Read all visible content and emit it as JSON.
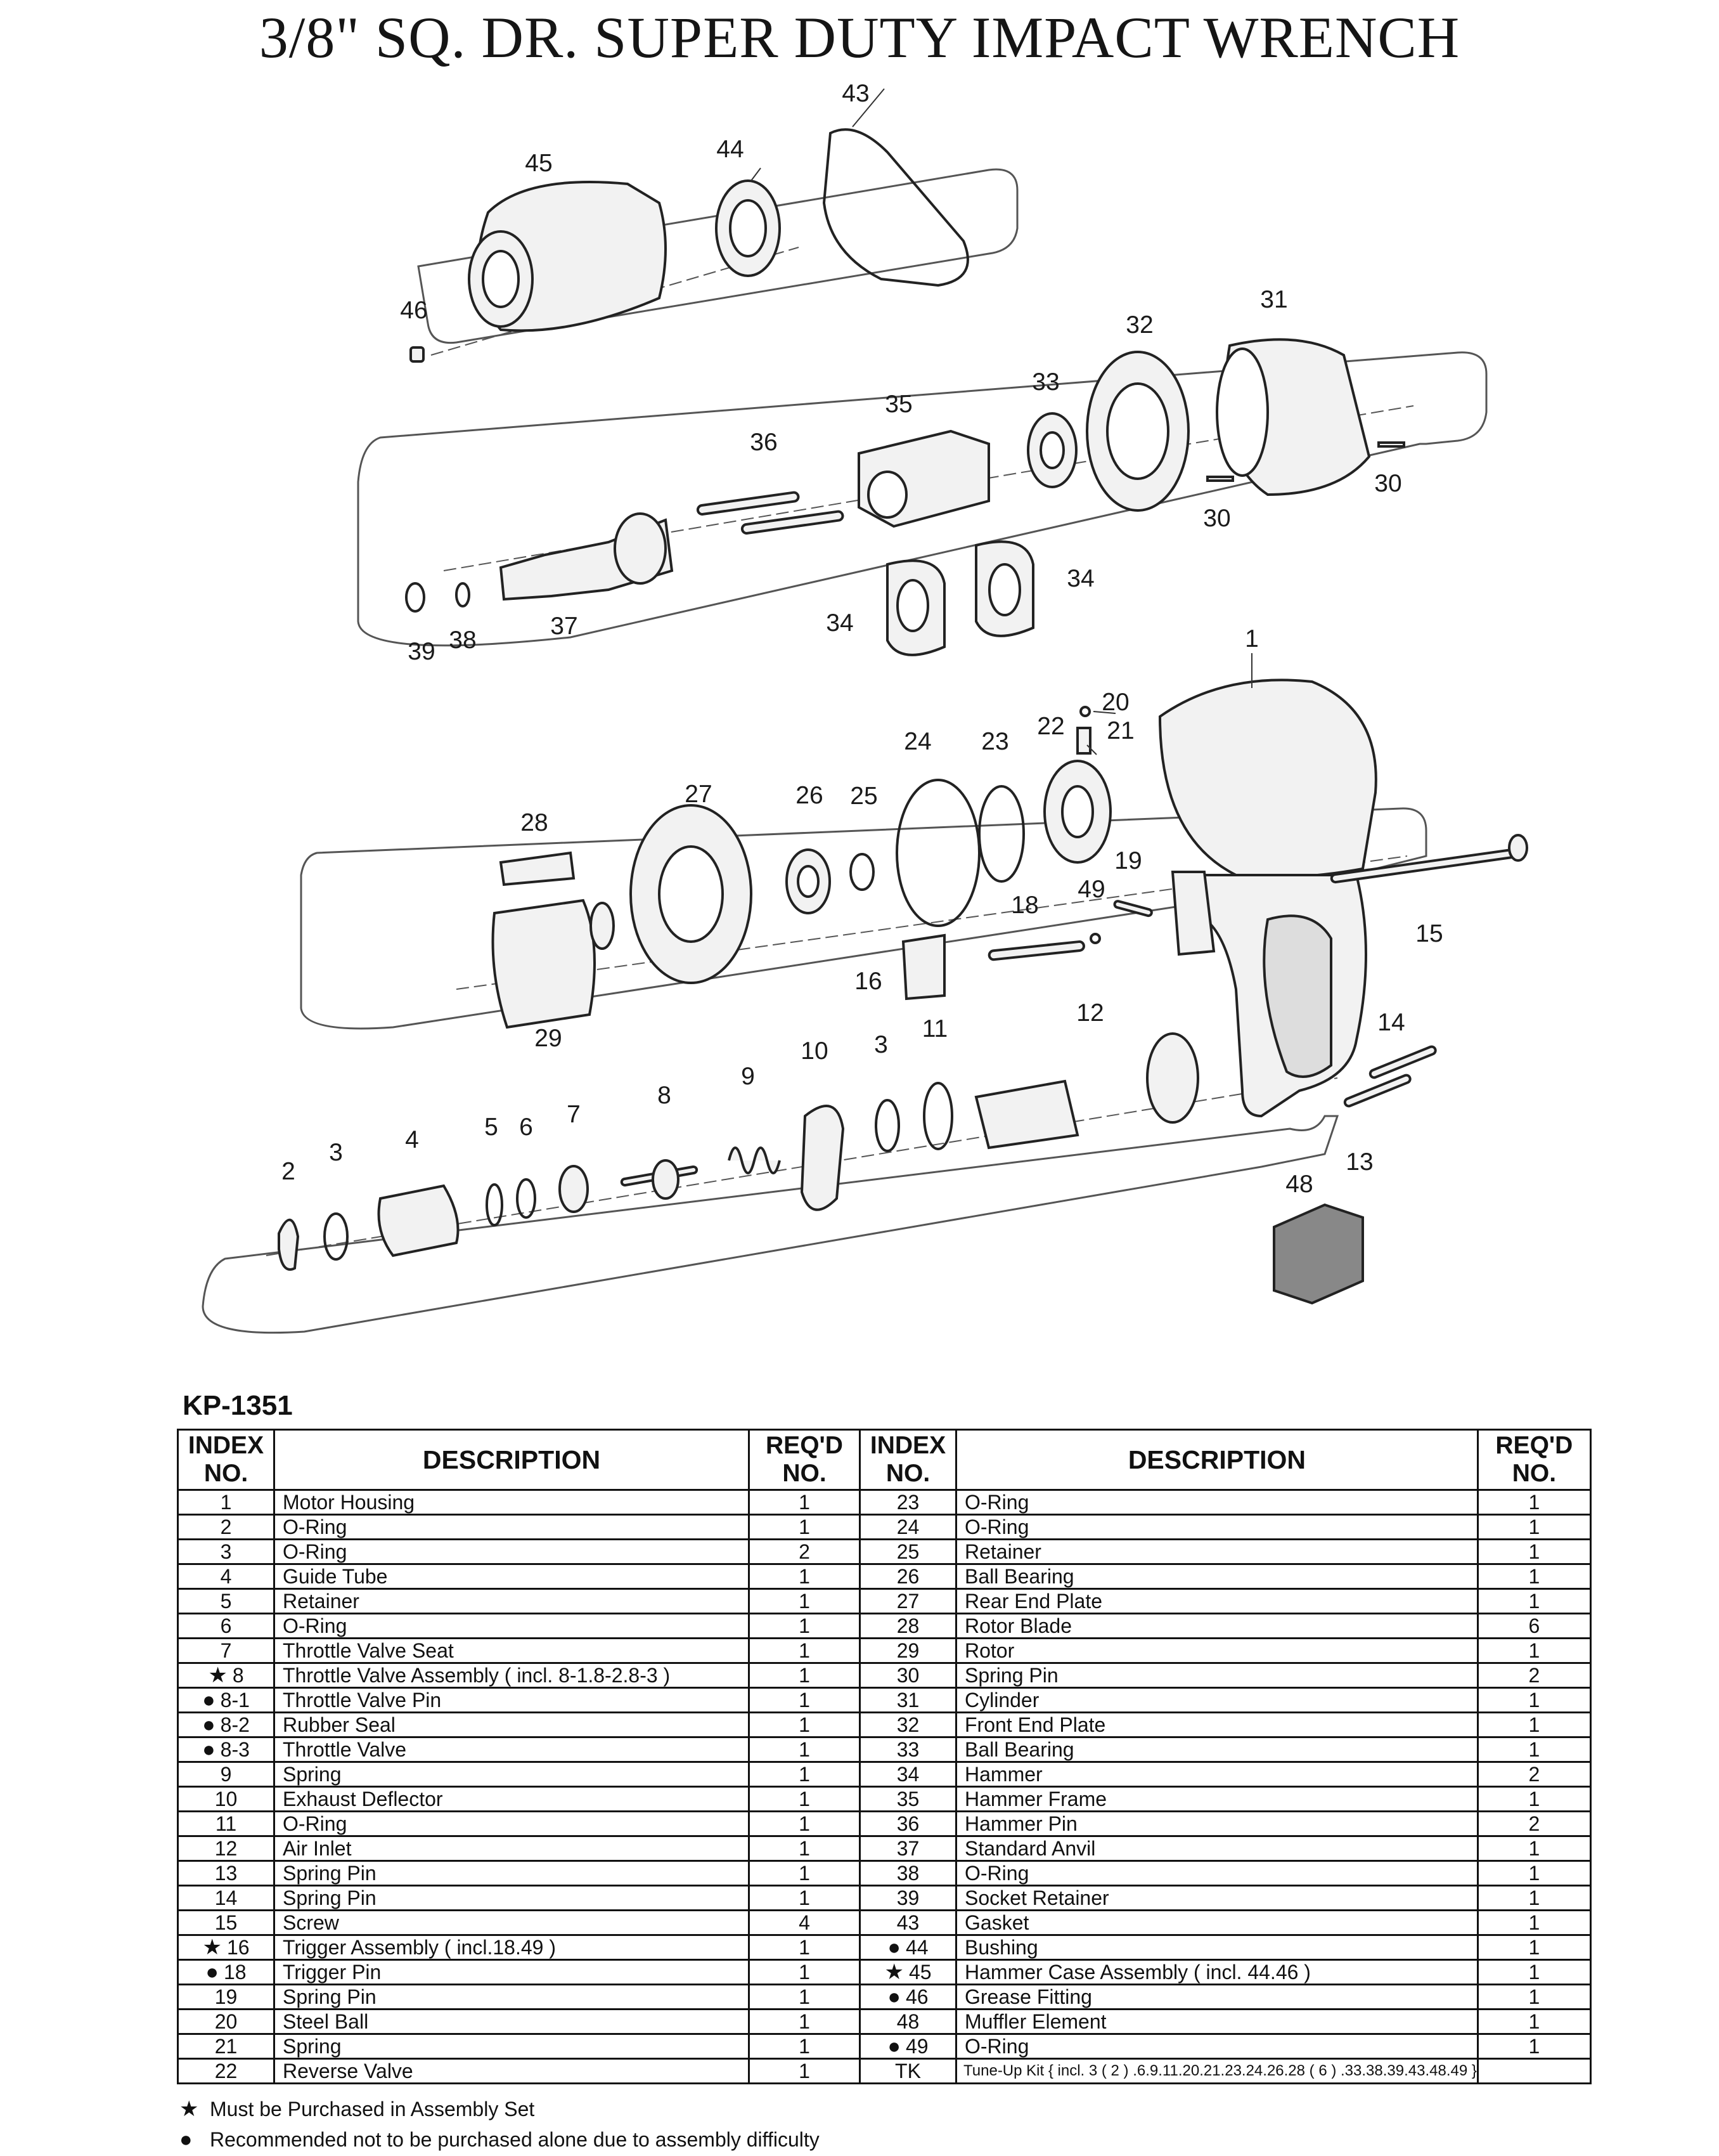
{
  "title": "3/8\" SQ. DR. SUPER DUTY IMPACT WRENCH",
  "model": "KP-1351",
  "diagram_labels": [
    "1",
    "2",
    "3",
    "3",
    "4",
    "5",
    "6",
    "7",
    "8",
    "9",
    "10",
    "11",
    "12",
    "13",
    "14",
    "15",
    "16",
    "18",
    "19",
    "20",
    "21",
    "22",
    "23",
    "24",
    "25",
    "26",
    "27",
    "28",
    "29",
    "30",
    "30",
    "31",
    "32",
    "33",
    "34",
    "34",
    "35",
    "36",
    "37",
    "38",
    "39",
    "43",
    "44",
    "45",
    "46",
    "48",
    "49"
  ],
  "table": {
    "headers": {
      "index": "INDEX NO.",
      "description": "DESCRIPTION",
      "reqd": "REQ'D NO."
    },
    "left_rows": [
      {
        "mark": "",
        "index": "1",
        "description": "Motor Housing",
        "qty": "1"
      },
      {
        "mark": "",
        "index": "2",
        "description": "O-Ring",
        "qty": "1"
      },
      {
        "mark": "",
        "index": "3",
        "description": "O-Ring",
        "qty": "2"
      },
      {
        "mark": "",
        "index": "4",
        "description": "Guide Tube",
        "qty": "1"
      },
      {
        "mark": "",
        "index": "5",
        "description": "Retainer",
        "qty": "1"
      },
      {
        "mark": "",
        "index": "6",
        "description": "O-Ring",
        "qty": "1"
      },
      {
        "mark": "",
        "index": "7",
        "description": "Throttle Valve Seat",
        "qty": "1"
      },
      {
        "mark": "star",
        "index": "8",
        "description": "Throttle Valve Assembly ( incl. 8-1.8-2.8-3 )",
        "qty": "1"
      },
      {
        "mark": "dot",
        "index": "8-1",
        "description": "Throttle Valve Pin",
        "qty": "1"
      },
      {
        "mark": "dot",
        "index": "8-2",
        "description": "Rubber Seal",
        "qty": "1"
      },
      {
        "mark": "dot",
        "index": "8-3",
        "description": "Throttle Valve",
        "qty": "1"
      },
      {
        "mark": "",
        "index": "9",
        "description": "Spring",
        "qty": "1"
      },
      {
        "mark": "",
        "index": "10",
        "description": "Exhaust Deflector",
        "qty": "1"
      },
      {
        "mark": "",
        "index": "11",
        "description": "O-Ring",
        "qty": "1"
      },
      {
        "mark": "",
        "index": "12",
        "description": "Air Inlet",
        "qty": "1"
      },
      {
        "mark": "",
        "index": "13",
        "description": "Spring Pin",
        "qty": "1"
      },
      {
        "mark": "",
        "index": "14",
        "description": "Spring Pin",
        "qty": "1"
      },
      {
        "mark": "",
        "index": "15",
        "description": "Screw",
        "qty": "4"
      },
      {
        "mark": "star",
        "index": "16",
        "description": "Trigger Assembly ( incl.18.49 )",
        "qty": "1"
      },
      {
        "mark": "dot",
        "index": "18",
        "description": "Trigger Pin",
        "qty": "1"
      },
      {
        "mark": "",
        "index": "19",
        "description": "Spring Pin",
        "qty": "1"
      },
      {
        "mark": "",
        "index": "20",
        "description": "Steel Ball",
        "qty": "1"
      },
      {
        "mark": "",
        "index": "21",
        "description": "Spring",
        "qty": "1"
      },
      {
        "mark": "",
        "index": "22",
        "description": "Reverse Valve",
        "qty": "1"
      }
    ],
    "right_rows": [
      {
        "mark": "",
        "index": "23",
        "description": "O-Ring",
        "qty": "1"
      },
      {
        "mark": "",
        "index": "24",
        "description": "O-Ring",
        "qty": "1"
      },
      {
        "mark": "",
        "index": "25",
        "description": "Retainer",
        "qty": "1"
      },
      {
        "mark": "",
        "index": "26",
        "description": "Ball Bearing",
        "qty": "1"
      },
      {
        "mark": "",
        "index": "27",
        "description": "Rear End Plate",
        "qty": "1"
      },
      {
        "mark": "",
        "index": "28",
        "description": "Rotor Blade",
        "qty": "6"
      },
      {
        "mark": "",
        "index": "29",
        "description": "Rotor",
        "qty": "1"
      },
      {
        "mark": "",
        "index": "30",
        "description": "Spring Pin",
        "qty": "2"
      },
      {
        "mark": "",
        "index": "31",
        "description": "Cylinder",
        "qty": "1"
      },
      {
        "mark": "",
        "index": "32",
        "description": "Front End Plate",
        "qty": "1"
      },
      {
        "mark": "",
        "index": "33",
        "description": "Ball Bearing",
        "qty": "1"
      },
      {
        "mark": "",
        "index": "34",
        "description": "Hammer",
        "qty": "2"
      },
      {
        "mark": "",
        "index": "35",
        "description": "Hammer Frame",
        "qty": "1"
      },
      {
        "mark": "",
        "index": "36",
        "description": "Hammer Pin",
        "qty": "2"
      },
      {
        "mark": "",
        "index": "37",
        "description": "Standard Anvil",
        "qty": "1"
      },
      {
        "mark": "",
        "index": "38",
        "description": "O-Ring",
        "qty": "1"
      },
      {
        "mark": "",
        "index": "39",
        "description": "Socket Retainer",
        "qty": "1"
      },
      {
        "mark": "",
        "index": "43",
        "description": "Gasket",
        "qty": "1"
      },
      {
        "mark": "dot",
        "index": "44",
        "description": "Bushing",
        "qty": "1"
      },
      {
        "mark": "star",
        "index": "45",
        "description": "Hammer Case Assembly ( incl. 44.46 )",
        "qty": "1"
      },
      {
        "mark": "dot",
        "index": "46",
        "description": "Grease Fitting",
        "qty": "1"
      },
      {
        "mark": "",
        "index": "48",
        "description": "Muffler Element",
        "qty": "1"
      },
      {
        "mark": "dot",
        "index": "49",
        "description": "O-Ring",
        "qty": "1"
      },
      {
        "mark": "",
        "index": "TK",
        "description": "Tune-Up Kit { incl. 3 ( 2 ) .6.9.11.20.21.23.24.26.28 ( 6 ) .33.38.39.43.48.49 }",
        "qty": ""
      }
    ]
  },
  "legend": [
    {
      "mark": "star",
      "text": "Must be Purchased in Assembly Set"
    },
    {
      "mark": "dot",
      "text": "Recommended not to be purchased alone due to assembly difficulty"
    }
  ]
}
